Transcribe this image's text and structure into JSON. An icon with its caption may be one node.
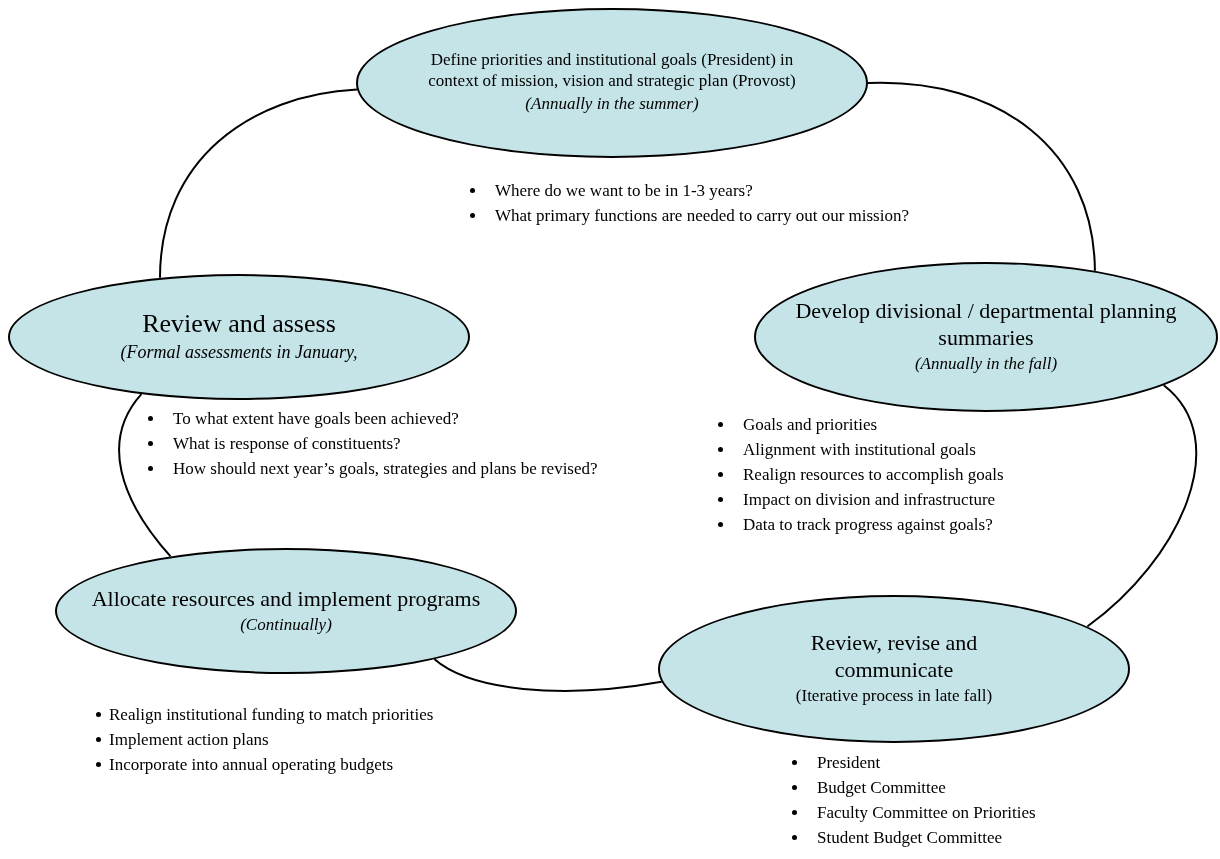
{
  "diagram": {
    "nodes": [
      {
        "text": [
          "Define priorities and institutional goals (President) in context of mission, vision and strategic plan (Provost)",
          "(Annually in the summer)"
        ],
        "beside": [
          "Where do we want to be in 1-3 years?",
          "What primary functions are needed to carry out our mission?"
        ]
      },
      {
        "text": [
          "Review and assess",
          "(Formal assessments in January,"
        ],
        "beside": [
          "To what extent have goals been achieved?",
          "What is response of constituents?",
          "How should next year’s goals, strategies and plans be revised?"
        ]
      },
      {
        "text": [
          "Develop divisional / departmental planning summaries",
          "(Annually in the fall)"
        ],
        "beside": [
          "Goals and priorities",
          "Alignment with institutional goals",
          "Realign resources to accomplish goals",
          "Impact on division and infrastructure",
          "Data to track progress against goals?"
        ]
      },
      {
        "text": [
          "Allocate resources and implement programs",
          "(Continually)"
        ],
        "beside": [
          "Realign institutional funding to match priorities",
          "Implement action plans",
          "Incorporate into annual operating budgets"
        ]
      },
      {
        "text": [
          "Review, revise and communicate",
          "(Iterative process in late fall)"
        ],
        "beside": [
          "President",
          "Budget Committee",
          "Faculty Committee on Priorities",
          "Student Budget Committee"
        ]
      }
    ],
    "edges": [
      {
        "from": 0,
        "to": 2,
        "arrow": "none"
      },
      {
        "from": 2,
        "to": 4,
        "arrow": "none"
      },
      {
        "from": 4,
        "to": 3,
        "arrow": "none"
      },
      {
        "from": 3,
        "to": 1,
        "arrow": "none"
      },
      {
        "from": 1,
        "to": 0,
        "arrow": "none"
      }
    ]
  }
}
